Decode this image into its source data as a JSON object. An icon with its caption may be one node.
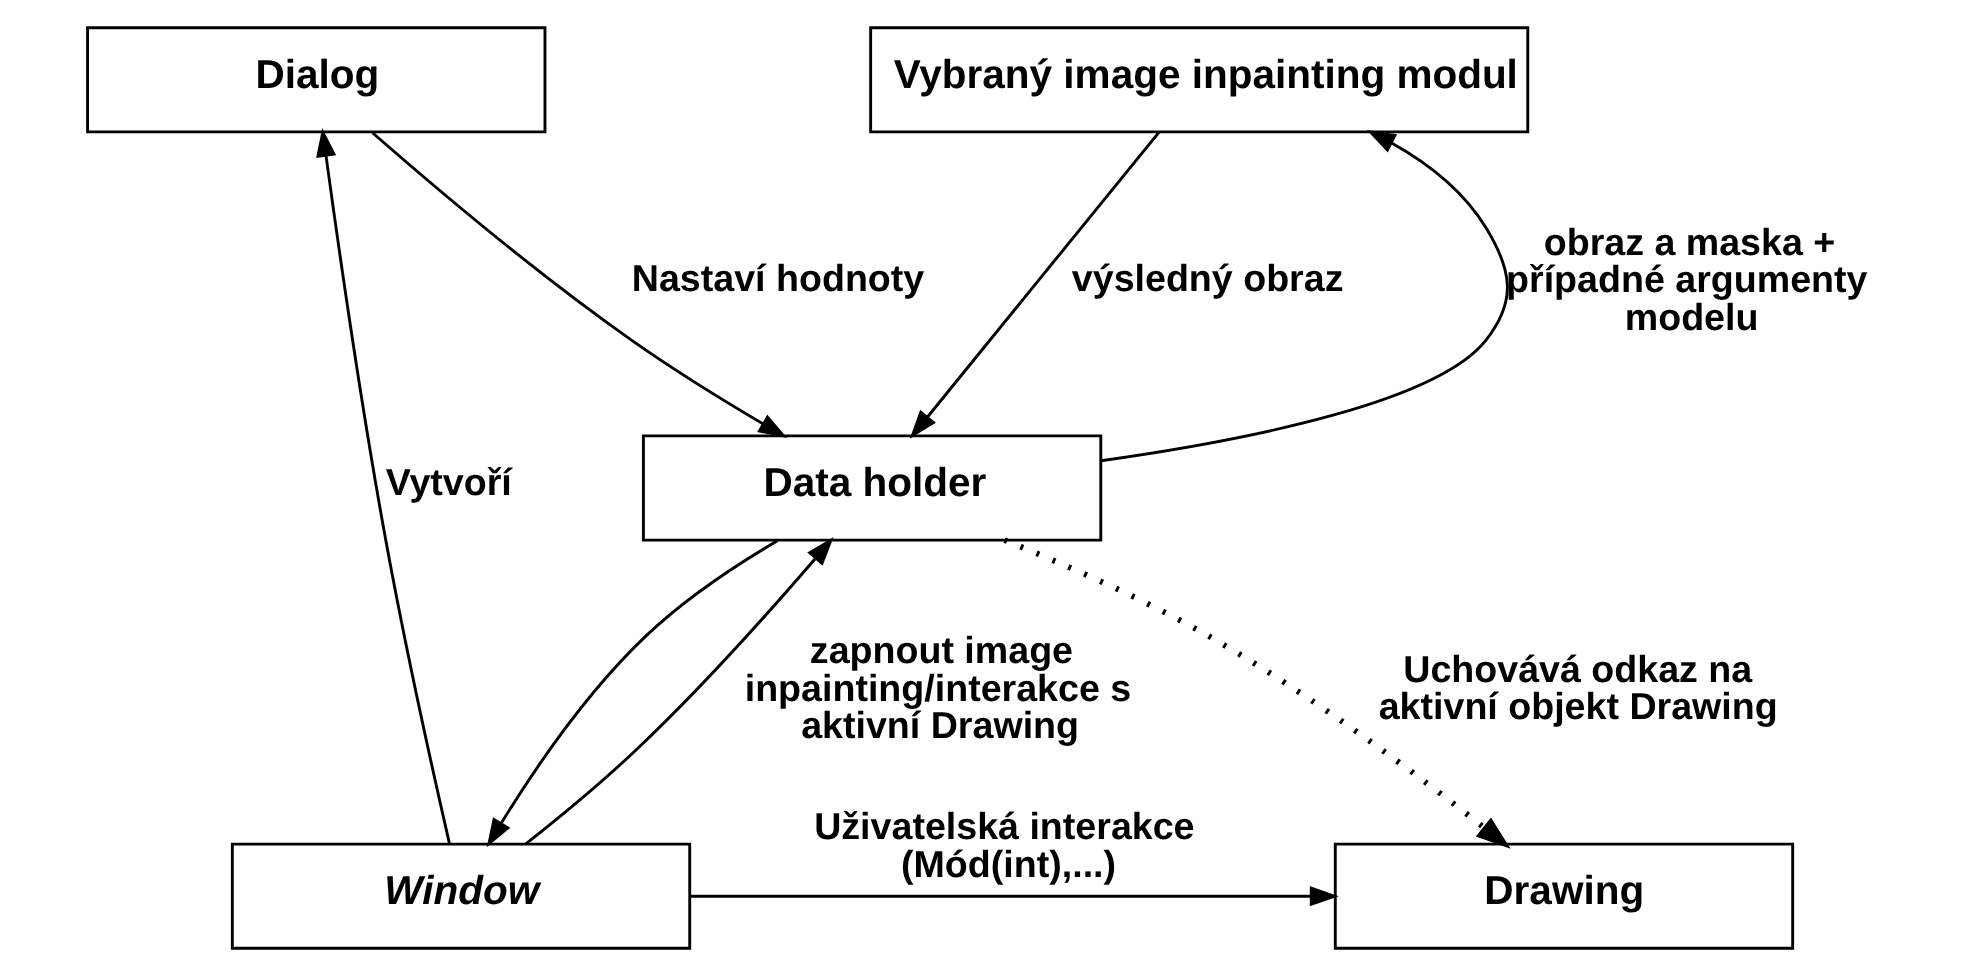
{
  "diagram": {
    "nodes": [
      {
        "text": [
          "Dialog"
        ]
      },
      {
        "text": [
          "Vybraný image inpainting modul"
        ]
      },
      {
        "text": [
          "Data holder"
        ]
      },
      {
        "text": [
          "Window"
        ]
      },
      {
        "text": [
          "Drawing"
        ]
      }
    ],
    "edges": [
      {
        "from": 3,
        "to": 0,
        "arrow": "to",
        "label": "Vytvoří"
      },
      {
        "from": 0,
        "to": 2,
        "arrow": "to",
        "label": "Nastaví hodnoty"
      },
      {
        "from": 2,
        "to": 1,
        "arrow": "to",
        "label": "obraz a maska + případné argumenty modelu"
      },
      {
        "from": 1,
        "to": 2,
        "arrow": "to",
        "label": "výsledný obraz"
      },
      {
        "from": 3,
        "to": 2,
        "arrow": "to",
        "label": "zapnout image inpainting/interakce s aktivní Drawing"
      },
      {
        "from": 2,
        "to": 3,
        "arrow": "to"
      },
      {
        "from": 2,
        "to": 4,
        "arrow": "to",
        "label": "Uchovává odkaz na aktivní objekt Drawing",
        "style": "dashed"
      },
      {
        "from": 3,
        "to": 4,
        "arrow": "to",
        "label": "Uživatelská interakce (Mód(int),...)"
      }
    ]
  }
}
